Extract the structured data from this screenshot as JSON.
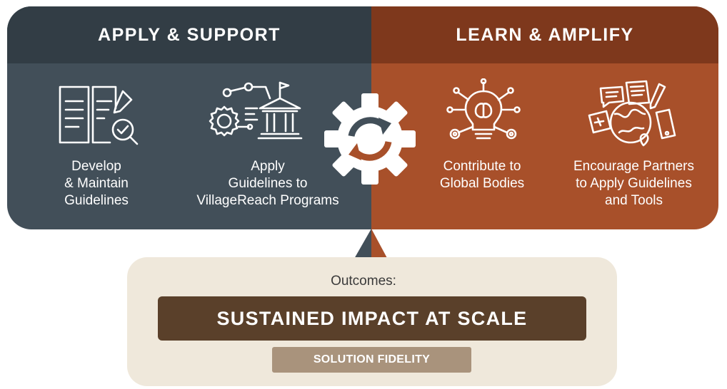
{
  "left_panel": {
    "title": "APPLY & SUPPORT",
    "items": [
      {
        "label": "Develop\n& Maintain\nGuidelines",
        "icon": "document-review-icon"
      },
      {
        "label": "Apply\nGuidelines to\nVillageReach Programs",
        "icon": "gear-institution-icon"
      }
    ]
  },
  "right_panel": {
    "title": "LEARN & AMPLIFY",
    "items": [
      {
        "label": "Contribute to\nGlobal Bodies",
        "icon": "lightbulb-network-icon"
      },
      {
        "label": "Encourage Partners\nto Apply Guidelines\nand Tools",
        "icon": "globe-communication-icon"
      }
    ]
  },
  "center": {
    "icon": "gear-cycle-icon"
  },
  "outcomes": {
    "label": "Outcomes:",
    "primary": "SUSTAINED IMPACT AT SCALE",
    "secondary": "SOLUTION FIDELITY"
  },
  "colors": {
    "left_header": "#323d45",
    "left_body": "#424f59",
    "right_header": "#7e381c",
    "right_body": "#a8502a",
    "outcome_box": "#efe8db",
    "impact_bar": "#5a402a",
    "fidelity_bar": "#a9937c"
  }
}
